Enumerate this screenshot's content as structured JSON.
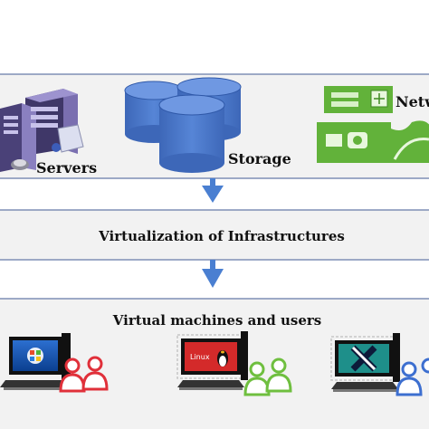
{
  "top_row": {
    "servers_label": "Servers",
    "storage_label": "Storage",
    "network_label": "Netw"
  },
  "middle_row": {
    "title": "Virtualization of Infrastructures"
  },
  "bottom_row": {
    "title": "Virtual machines and users",
    "vm_linux_label": "Linux"
  },
  "colors": {
    "panel_fill": "#f2f2f2",
    "panel_border": "#7f8fb5",
    "arrow": "#4a7fd1",
    "storage_blue": "#4a76c8",
    "network_green": "#62b23a",
    "server_purple": "#5a4f8a",
    "user_red": "#e0303a",
    "user_green": "#6fbf3f",
    "user_blue": "#3d6fd0"
  },
  "icons": [
    "server-icon",
    "storage-cylinder-icon",
    "network-switch-icon",
    "down-arrow-icon",
    "computer-icon",
    "user-group-icon"
  ]
}
